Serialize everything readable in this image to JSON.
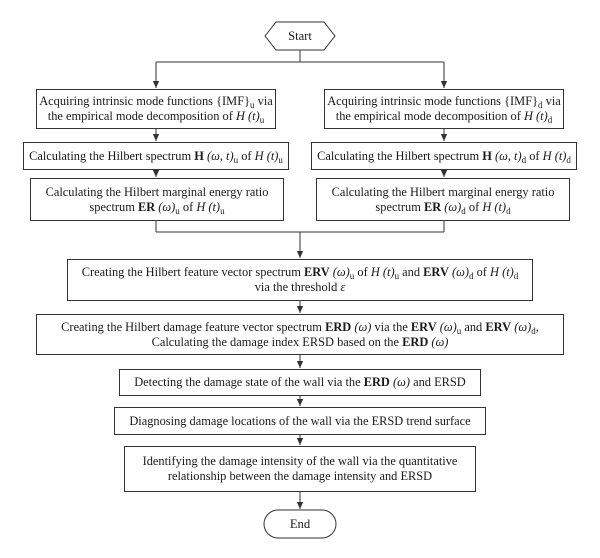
{
  "start_label": "Start",
  "end_label": "End",
  "left": {
    "acquire": {
      "line1_a": "Acquiring intrinsic mode functions {IMF}",
      "line1_sub": "u",
      "line1_b": " via",
      "line2_a": "the empirical mode decomposition of ",
      "line2_h": "H (t)",
      "line2_sub": "u"
    },
    "spectrum": {
      "a": "Calculating the Hilbert spectrum ",
      "bold": "H",
      "args": " (ω, t)",
      "sub1": "u",
      "mid": " of ",
      "h": "H (t)",
      "sub2": "u"
    },
    "ratio": {
      "line1": "Calculating the Hilbert marginal energy ratio",
      "line2_a": "spectrum ",
      "bold": "ER",
      "args": " (ω)",
      "sub1": "u",
      "mid": " of ",
      "h": "H (t)",
      "sub2": "u"
    }
  },
  "right": {
    "acquire": {
      "line1_a": "Acquiring intrinsic mode functions {IMF}",
      "line1_sub": "d",
      "line1_b": " via",
      "line2_a": "the empirical mode decomposition of ",
      "line2_h": "H (t)",
      "line2_sub": "d"
    },
    "spectrum": {
      "a": "Calculating the Hilbert spectrum ",
      "bold": "H",
      "args": " (ω, t)",
      "sub1": "d",
      "mid": " of ",
      "h": "H (t)",
      "sub2": "d"
    },
    "ratio": {
      "line1": "Calculating the Hilbert marginal energy ratio",
      "line2_a": "spectrum ",
      "bold": "ER",
      "args": " (ω)",
      "sub1": "d",
      "mid": " of ",
      "h": "H (t)",
      "sub2": "d"
    }
  },
  "erv": {
    "a": "Creating the Hilbert feature vector spectrum ",
    "bold1": "ERV",
    "args1": " (ω)",
    "sub1": "u",
    "mid1": " of ",
    "h1": "H (t)",
    "sub2": "u",
    "and": " and ",
    "bold2": "ERV",
    "args2": " (ω)",
    "sub3": "d",
    "mid2": " of ",
    "h2": "H (t)",
    "sub4": "d",
    "line2_a": "via the threshold ",
    "eps": "ε"
  },
  "erd": {
    "a": "Creating the Hilbert damage feature vector spectrum ",
    "bold1": "ERD",
    "args1": " (ω)",
    "mid": " via the ",
    "bold2": "ERV",
    "args2": " (ω)",
    "sub1": "u",
    "and": " and ",
    "bold3": "ERV",
    "args3": " (ω)",
    "sub2": "d",
    "comma": ",",
    "line2_a": "Calculating the damage index ERSD based on the ",
    "bold4": "ERD",
    "args4": " (ω)"
  },
  "detect": {
    "a": "Detecting the damage state of the wall via the ",
    "bold": "ERD",
    "args": " (ω)",
    "b": " and ERSD"
  },
  "diagnose": "Diagnosing damage locations of the wall via the ERSD trend surface",
  "identify": {
    "line1": "Identifying the damage intensity of the wall via the quantitative",
    "line2": "relationship between the damage intensity and ERSD"
  }
}
